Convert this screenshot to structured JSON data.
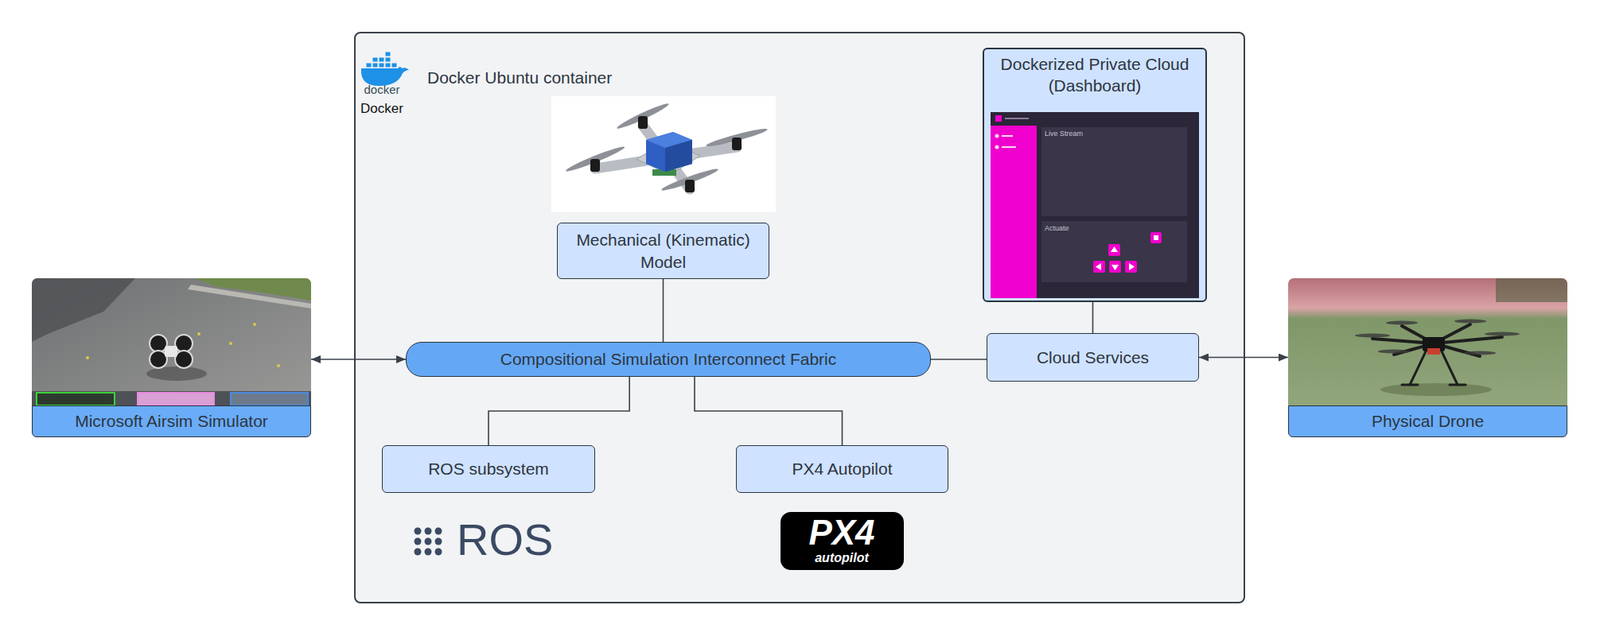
{
  "diagram": {
    "nodes": [
      {
        "text": [
          "Microsoft Airsim Simulator"
        ]
      },
      {
        "text": [
          "Docker Ubuntu container"
        ]
      },
      {
        "text": [
          "Mechanical (Kinematic) Model"
        ],
        "in": 1
      },
      {
        "text": [
          "Dockerized Private Cloud (Dashboard)"
        ],
        "in": 1
      },
      {
        "text": [
          "Compositional Simulation Interconnect Fabric"
        ],
        "in": 1
      },
      {
        "text": [
          "Cloud Services"
        ],
        "in": 1
      },
      {
        "text": [
          "ROS subsystem"
        ],
        "in": 1
      },
      {
        "text": [
          "PX4 Autopilot"
        ],
        "in": 1
      },
      {
        "text": [
          "Physical Drone"
        ]
      }
    ],
    "edges": [
      {
        "from": 0,
        "to": 4,
        "arrow": "both"
      },
      {
        "from": 2,
        "to": 4,
        "arrow": "none"
      },
      {
        "from": 4,
        "to": 6,
        "arrow": "none"
      },
      {
        "from": 4,
        "to": 7,
        "arrow": "none"
      },
      {
        "from": 4,
        "to": 5,
        "arrow": "none"
      },
      {
        "from": 3,
        "to": 5,
        "arrow": "none"
      },
      {
        "from": 5,
        "to": 8,
        "arrow": "both"
      }
    ],
    "labels": [
      "docker",
      "Docker",
      "ROS",
      "PX4",
      "autopilot",
      "Live Stream",
      "Actuate"
    ]
  }
}
